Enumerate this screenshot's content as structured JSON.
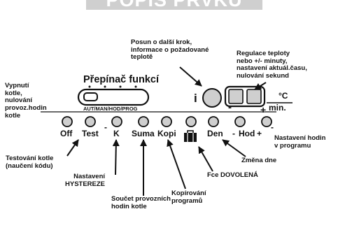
{
  "title": "POPIS PRVKŮ",
  "labels": {
    "posun": "Posun o další krok,\ninformace o požadované\nteplotě",
    "regulace": "Regulace teploty\nnebo +/- minuty,\nnastavení aktuál.času,\nnulování sekund",
    "prepinac": "Přepínač funkcí",
    "prepinac_modes": "AUT/MAN/HOD/PROG",
    "vypnuti": "Vypnutí\nkotle,\nnulování\nprovoz.hodin\nkotle",
    "testovani": "Testování kotle\n(naučení kódu)",
    "nastaveni_hystereze": "Nastavení\nHYSTEREZE",
    "soucet": "Součet provozních\nhodin kotle",
    "kopirovani": "Kopírování\nprogramů",
    "fce_dovolena": "Fce DOVOLENÁ",
    "zmena_dne": "Změna dne",
    "nastaveni_hodin": "Nastavení hodin\nv programu",
    "unit_c": "°C",
    "unit_min": "min.",
    "sign_minus": "-",
    "sign_plus": "+",
    "i_mark": "i"
  },
  "buttons": [
    {
      "label": "Off"
    },
    {
      "label": "Test"
    },
    {
      "label": "-"
    },
    {
      "label": "K"
    },
    {
      "label": "Suma"
    },
    {
      "label": "Kopi"
    },
    {
      "label": ""
    },
    {
      "label": "Den"
    },
    {
      "label": "-"
    },
    {
      "label": "Hod"
    },
    {
      "label": "+"
    },
    {
      "label": "-"
    }
  ],
  "icons": {
    "suitcase": "suitcase-icon",
    "arrow": "arrow-pointer"
  }
}
